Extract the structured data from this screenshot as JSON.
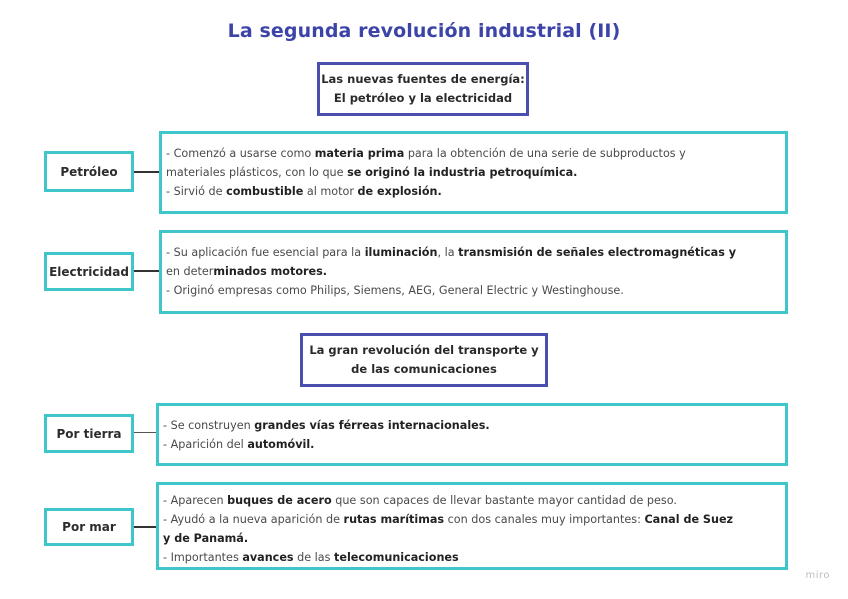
{
  "title": "La segunda revolución industrial (II)",
  "sections": {
    "energy": {
      "header_line1": "Las nuevas fuentes de energía:",
      "header_line2": "El petróleo y la electricidad"
    },
    "transport": {
      "header_line1": "La gran revolución del transporte y",
      "header_line2": "de las comunicaciones"
    }
  },
  "nodes": {
    "petroleo": {
      "label": "Petróleo",
      "lines": [
        [
          {
            "t": "- Comenzó a usarse como ",
            "b": false
          },
          {
            "t": "materia prima",
            "b": true
          },
          {
            "t": " para la obtención de una serie de subproductos y",
            "b": false
          }
        ],
        [
          {
            "t": "materiales plásticos, con lo que ",
            "b": false
          },
          {
            "t": "se originó la industria petroquímica.",
            "b": true
          }
        ],
        [
          {
            "t": "- Sirvió de ",
            "b": false
          },
          {
            "t": "combustible",
            "b": true
          },
          {
            "t": " al motor ",
            "b": false
          },
          {
            "t": "de explosión.",
            "b": true
          }
        ]
      ]
    },
    "electricidad": {
      "label": "Electricidad",
      "lines": [
        [
          {
            "t": "- Su aplicación fue esencial para la ",
            "b": false
          },
          {
            "t": "iluminación",
            "b": true
          },
          {
            "t": ", la ",
            "b": false
          },
          {
            "t": "transmisión de señales electromagnéticas y",
            "b": true
          }
        ],
        [
          {
            "t": "en deter",
            "b": false
          },
          {
            "t": "minados motores.",
            "b": true
          }
        ],
        [
          {
            "t": "- Originó empresas como Philips, Siemens, AEG, General Electric y Westinghouse.",
            "b": false
          }
        ]
      ]
    },
    "tierra": {
      "label": "Por tierra",
      "lines": [
        [
          {
            "t": "- Se construyen ",
            "b": false
          },
          {
            "t": "grandes vías férreas internacionales.",
            "b": true
          }
        ],
        [
          {
            "t": "- Aparición del ",
            "b": false
          },
          {
            "t": "automóvil.",
            "b": true
          }
        ]
      ]
    },
    "mar": {
      "label": "Por mar",
      "lines": [
        [
          {
            "t": "- Aparecen ",
            "b": false
          },
          {
            "t": "buques de acero",
            "b": true
          },
          {
            "t": " que son capaces de llevar bastante mayor cantidad de peso.",
            "b": false
          }
        ],
        [
          {
            "t": "- Ayudó a la nueva aparición de ",
            "b": false
          },
          {
            "t": "rutas marítimas",
            "b": true
          },
          {
            "t": " con dos canales muy importantes: ",
            "b": false
          },
          {
            "t": "Canal de Suez",
            "b": true
          }
        ],
        [
          {
            "t": "y de Panamá.",
            "b": true
          }
        ],
        [
          {
            "t": "- Importantes ",
            "b": false
          },
          {
            "t": "avances",
            "b": true
          },
          {
            "t": " de las ",
            "b": false
          },
          {
            "t": "telecomunicaciones",
            "b": true
          }
        ]
      ]
    }
  },
  "watermark": "miro",
  "colors": {
    "title": "#3d44a8",
    "header_border": "#4a4fae",
    "node_border": "#3fc6cb",
    "connector": "#333333"
  }
}
